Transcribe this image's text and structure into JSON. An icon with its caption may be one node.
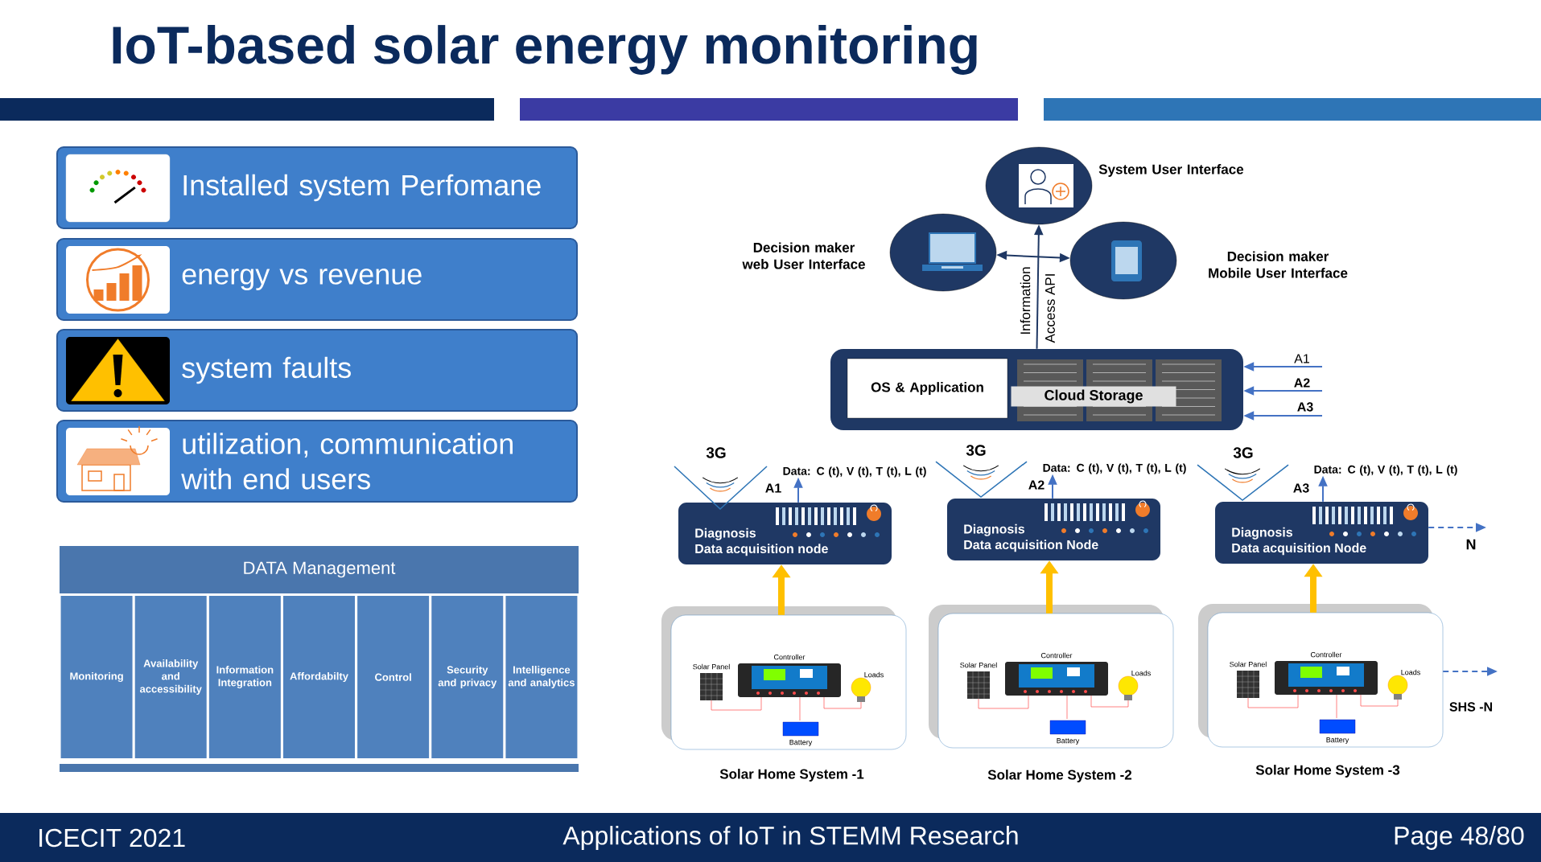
{
  "diagram": {
    "title": "IoT-based solar energy monitoring",
    "nodes": [
      {
        "text": [
          "Installed system Perfomane"
        ]
      },
      {
        "text": [
          "energy vs revenue"
        ]
      },
      {
        "text": [
          "system faults"
        ]
      },
      {
        "text": [
          "utilization, communication with end users"
        ]
      },
      {
        "text": [
          "DATA Management"
        ]
      },
      {
        "text": [
          "Monitoring"
        ]
      },
      {
        "text": [
          "Availability and accessibility"
        ]
      },
      {
        "text": [
          "Information Integration"
        ]
      },
      {
        "text": [
          "Affordabilty"
        ]
      },
      {
        "text": [
          "Control"
        ]
      },
      {
        "text": [
          "Security and privacy"
        ]
      },
      {
        "text": [
          "Intelligence and analytics"
        ]
      },
      {
        "text": [
          "System User Interface"
        ]
      },
      {
        "text": [
          "Decision maker web User Interface"
        ]
      },
      {
        "text": [
          "Decision maker Mobile User Interface"
        ]
      },
      {
        "text": [],
        "shape": "box"
      },
      {
        "text": [
          "OS & Application"
        ],
        "in": 15
      },
      {
        "text": [
          "Cloud Storage"
        ],
        "in": 15
      },
      {
        "text": [
          "Diagnosis",
          "Data acquisition node"
        ]
      },
      {
        "text": [
          "Diagnosis",
          "Data acquisition Node"
        ]
      },
      {
        "text": [
          "Diagnosis",
          "Data acquisition Node"
        ]
      },
      {
        "text": [
          "Solar Home System -1"
        ]
      },
      {
        "text": [
          "Solar Home System -2"
        ]
      },
      {
        "text": [
          "Solar Home System -3"
        ]
      },
      {
        "text": [
          "Data: C (t), V (t), T (t), L (t)"
        ]
      },
      {
        "text": [
          "Data: C (t), V (t), T (t), L (t)"
        ]
      },
      {
        "text": [
          "Data: C (t), V (t), T (t), L (t)"
        ]
      }
    ],
    "edges": [
      {
        "from": 13,
        "to": 14,
        "arrow": "both",
        "color": "#1f3864"
      },
      {
        "from": 15,
        "to": 12,
        "arrow": "to",
        "label": "Information",
        "color": "#1f3864"
      },
      {
        "from": null,
        "to": 15,
        "arrow": "to",
        "label": "A1"
      },
      {
        "from": null,
        "to": 15,
        "arrow": "to",
        "label": "A2"
      },
      {
        "from": null,
        "to": 15,
        "arrow": "to",
        "label": "A3"
      },
      {
        "from": 18,
        "to": 24,
        "arrow": "to",
        "label": "A1"
      },
      {
        "from": 19,
        "to": 25,
        "arrow": "to",
        "label": "A2"
      },
      {
        "from": 20,
        "to": 26,
        "arrow": "to",
        "label": "A3"
      },
      {
        "from": 20,
        "to": null,
        "arrow": "to",
        "label": "N",
        "style": "dashed"
      },
      {
        "from": 21,
        "to": 18,
        "arrow": "to",
        "style": "thick",
        "color": "#ffc000"
      },
      {
        "from": 22,
        "to": 19,
        "arrow": "to",
        "style": "thick",
        "color": "#ffc000"
      },
      {
        "from": 23,
        "to": 20,
        "arrow": "to",
        "style": "thick",
        "color": "#ffc000"
      },
      {
        "from": 23,
        "to": null,
        "arrow": "to",
        "label": "SHS -N",
        "style": "dashed"
      }
    ],
    "labels": [
      "Access API",
      "3G",
      "3G",
      "3G",
      "Solar Panel",
      "Controller",
      "Loads",
      "Battery",
      "Solar Panel",
      "Controller",
      "Loads",
      "Battery",
      "Solar Panel",
      "Controller",
      "Loads",
      "Battery",
      "ICECIT 2021",
      "Applications of IoT in STEMM Research",
      "Page 48/80"
    ]
  }
}
